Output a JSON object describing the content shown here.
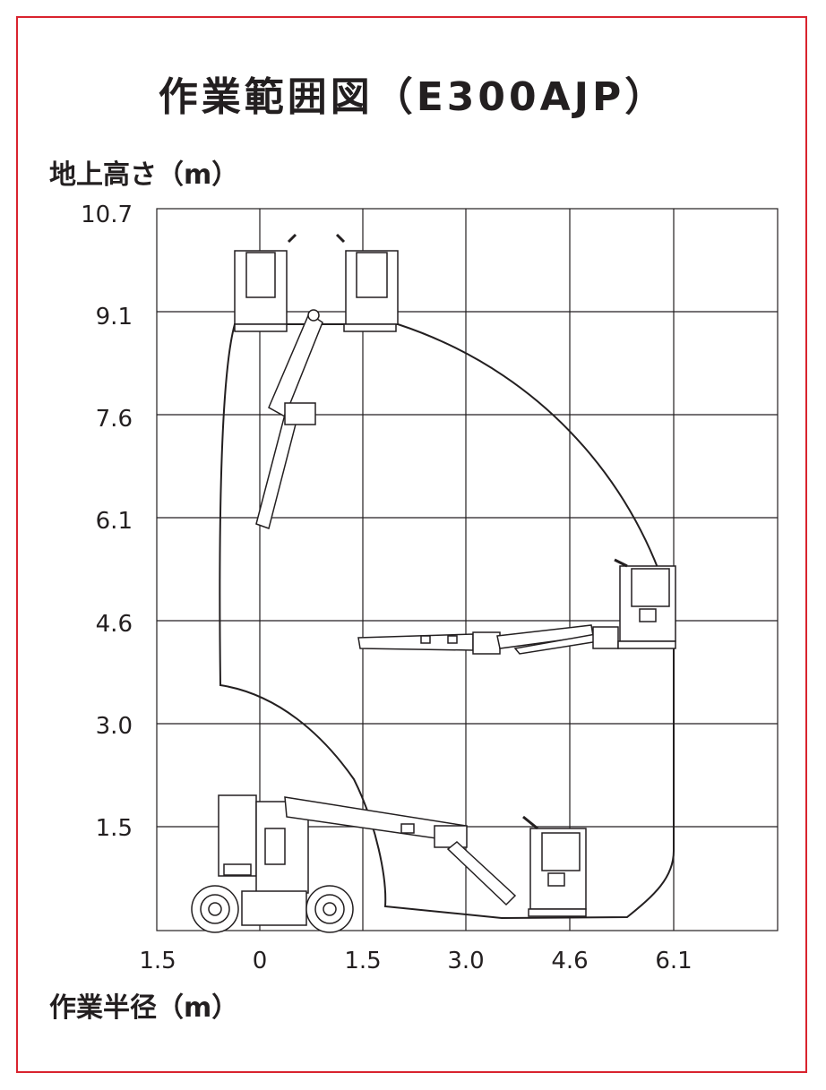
{
  "title": "作業範囲図（E300AJP）",
  "y_axis_label": "地上高さ（m）",
  "x_axis_label": "作業半径（m）",
  "y_ticks": [
    "10.7",
    "9.1",
    "7.6",
    "6.1",
    "4.6",
    "3.0",
    "1.5"
  ],
  "x_ticks": [
    "1.5",
    "0",
    "1.5",
    "3.0",
    "4.6",
    "6.1"
  ],
  "colors": {
    "frame": "#d9232e",
    "lines": "#231f20",
    "grid": "#231f20"
  },
  "icons": [
    "aerial-work-platform-stowed-icon",
    "aerial-work-platform-max-height-icon",
    "aerial-work-platform-max-outreach-icon"
  ]
}
